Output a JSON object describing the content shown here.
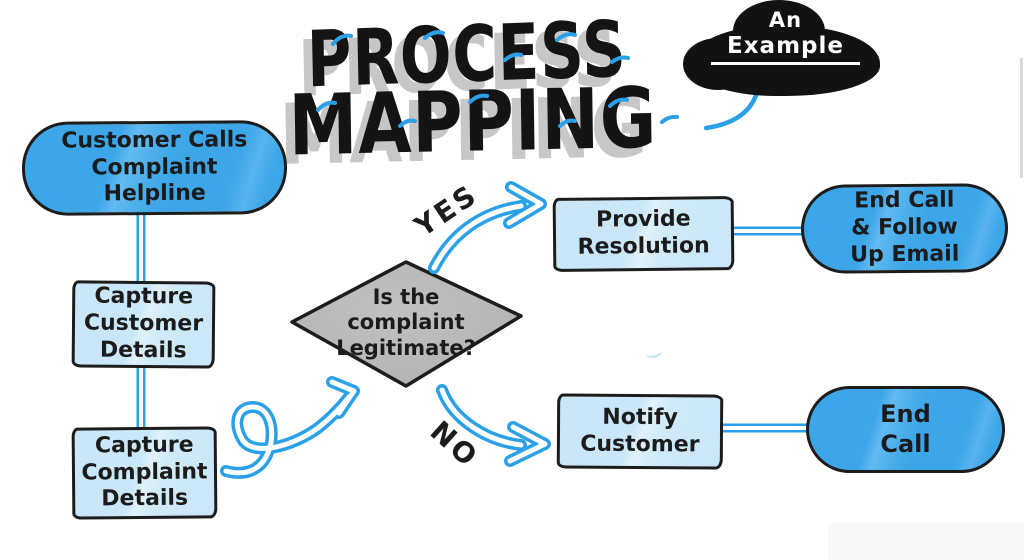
{
  "title": {
    "line1": "PROCESS",
    "line2": "MAPPING"
  },
  "badge": {
    "line1": "An",
    "line2": "Example"
  },
  "nodes": {
    "start": {
      "label": "Customer Calls\nComplaint\nHelpline",
      "type": "terminator"
    },
    "capture_customer": {
      "label": "Capture\nCustomer\nDetails",
      "type": "process"
    },
    "capture_complaint": {
      "label": "Capture\nComplaint\nDetails",
      "type": "process"
    },
    "decision": {
      "label": "Is the\ncomplaint\nLegitimate?",
      "type": "decision"
    },
    "provide_resolution": {
      "label": "Provide\nResolution",
      "type": "process"
    },
    "end_follow_up": {
      "label": "End Call\n& Follow\nUp Email",
      "type": "terminator"
    },
    "notify_customer": {
      "label": "Notify\nCustomer",
      "type": "process"
    },
    "end_call": {
      "label": "End\nCall",
      "type": "terminator"
    }
  },
  "edges": {
    "yes_label": "YES",
    "no_label": "NO"
  },
  "colors": {
    "node_blue": "#3ca6e8",
    "node_light_blue": "#c9e7f8",
    "decision_gray": "#b9b9b9",
    "arrow_blue": "#2aa0e8",
    "ink_black": "#1b1b1b",
    "title_shadow_gray": "#c7c7c7",
    "badge_black": "#121212"
  }
}
